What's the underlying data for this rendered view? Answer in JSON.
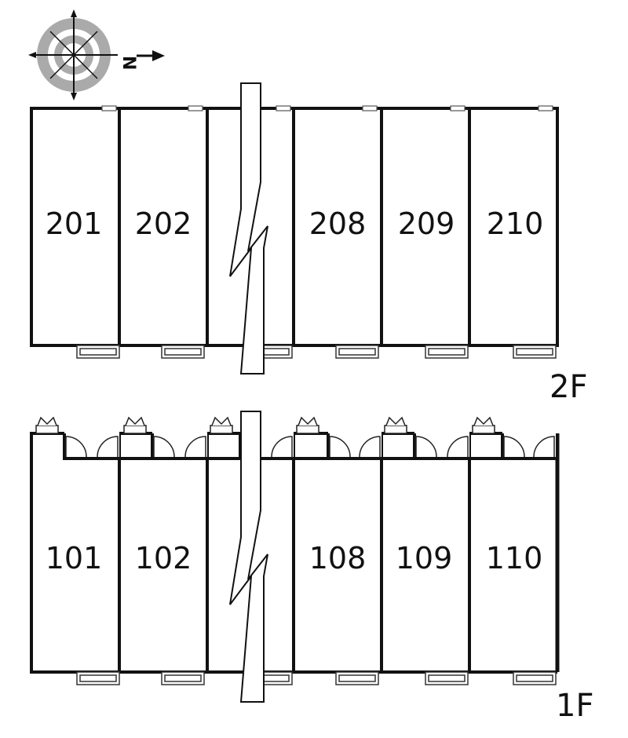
{
  "compass": {
    "north_label": "N",
    "icon": "compass-rose-icon"
  },
  "floors": [
    {
      "id": "2F",
      "label": "2F",
      "units": [
        "201",
        "202",
        "208",
        "209",
        "210"
      ]
    },
    {
      "id": "1F",
      "label": "1F",
      "units": [
        "101",
        "102",
        "108",
        "109",
        "110"
      ]
    }
  ]
}
